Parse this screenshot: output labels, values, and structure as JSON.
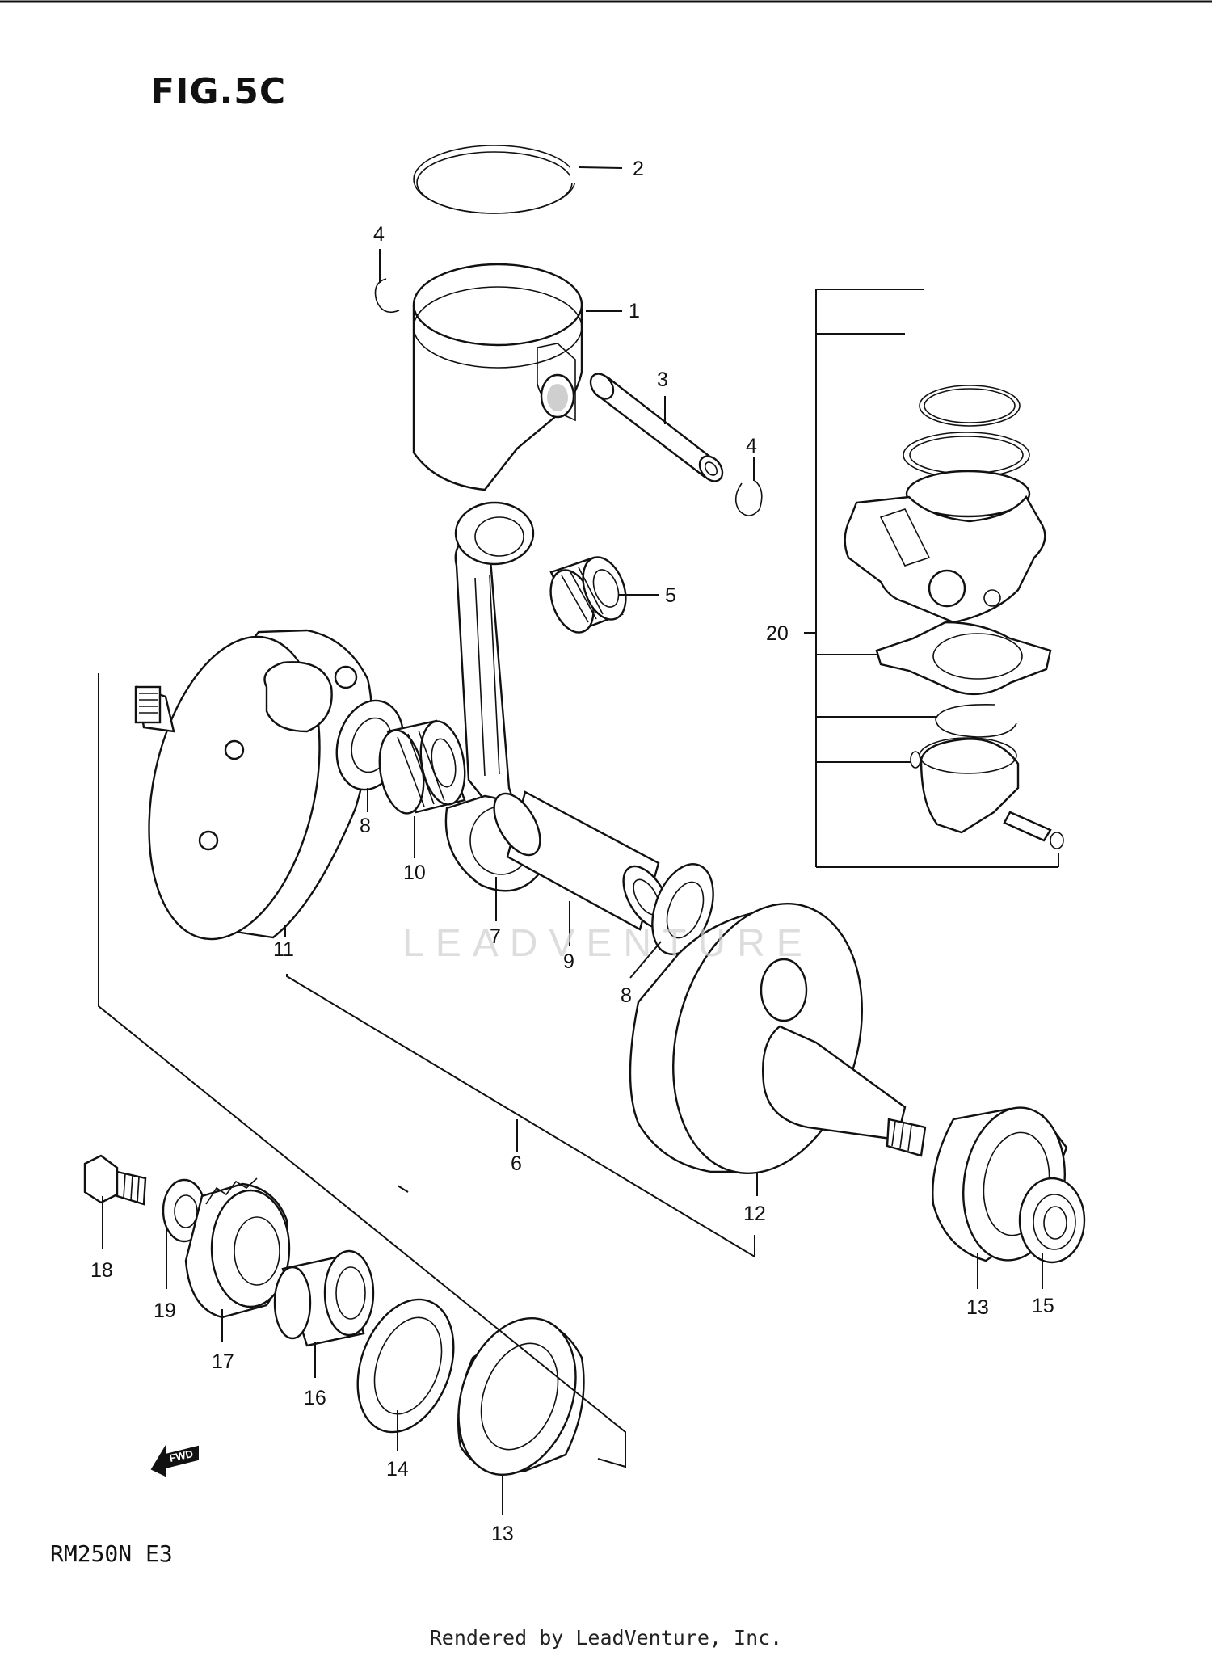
{
  "figure": {
    "title": "FIG.5C",
    "model": "RM250N E3",
    "footer": "Rendered by LeadVenture, Inc.",
    "watermark": "LEADVENTURE",
    "fwd_label": "FWD"
  },
  "callouts": [
    {
      "id": "1",
      "text": "1"
    },
    {
      "id": "2",
      "text": "2"
    },
    {
      "id": "3",
      "text": "3"
    },
    {
      "id": "4a",
      "text": "4"
    },
    {
      "id": "4b",
      "text": "4"
    },
    {
      "id": "5",
      "text": "5"
    },
    {
      "id": "6",
      "text": "6"
    },
    {
      "id": "7",
      "text": "7"
    },
    {
      "id": "8a",
      "text": "8"
    },
    {
      "id": "8b",
      "text": "8"
    },
    {
      "id": "9",
      "text": "9"
    },
    {
      "id": "10",
      "text": "10"
    },
    {
      "id": "11",
      "text": "11"
    },
    {
      "id": "12",
      "text": "12"
    },
    {
      "id": "13a",
      "text": "13"
    },
    {
      "id": "13b",
      "text": "13"
    },
    {
      "id": "14",
      "text": "14"
    },
    {
      "id": "15",
      "text": "15"
    },
    {
      "id": "16",
      "text": "16"
    },
    {
      "id": "17",
      "text": "17"
    },
    {
      "id": "18",
      "text": "18"
    },
    {
      "id": "19",
      "text": "19"
    },
    {
      "id": "20",
      "text": "20"
    }
  ],
  "parts": [
    {
      "no": "1",
      "name": "piston-icon"
    },
    {
      "no": "2",
      "name": "piston-ring-icon"
    },
    {
      "no": "3",
      "name": "piston-pin-icon"
    },
    {
      "no": "4",
      "name": "circlip-icon"
    },
    {
      "no": "5",
      "name": "needle-bearing-icon"
    },
    {
      "no": "6",
      "name": "crankshaft-assembly-bracket"
    },
    {
      "no": "7",
      "name": "connecting-rod-icon"
    },
    {
      "no": "8",
      "name": "thrust-washer-icon"
    },
    {
      "no": "9",
      "name": "crank-pin-icon"
    },
    {
      "no": "10",
      "name": "big-end-bearing-icon"
    },
    {
      "no": "11",
      "name": "crankshaft-left-icon"
    },
    {
      "no": "12",
      "name": "crankshaft-right-icon"
    },
    {
      "no": "13",
      "name": "ball-bearing-icon"
    },
    {
      "no": "14",
      "name": "oil-seal-icon"
    },
    {
      "no": "15",
      "name": "oil-seal-icon"
    },
    {
      "no": "16",
      "name": "spacer-icon"
    },
    {
      "no": "17",
      "name": "primary-drive-gear-icon"
    },
    {
      "no": "18",
      "name": "bolt-icon"
    },
    {
      "no": "19",
      "name": "washer-icon"
    },
    {
      "no": "20",
      "name": "gasket-set-icon"
    }
  ]
}
